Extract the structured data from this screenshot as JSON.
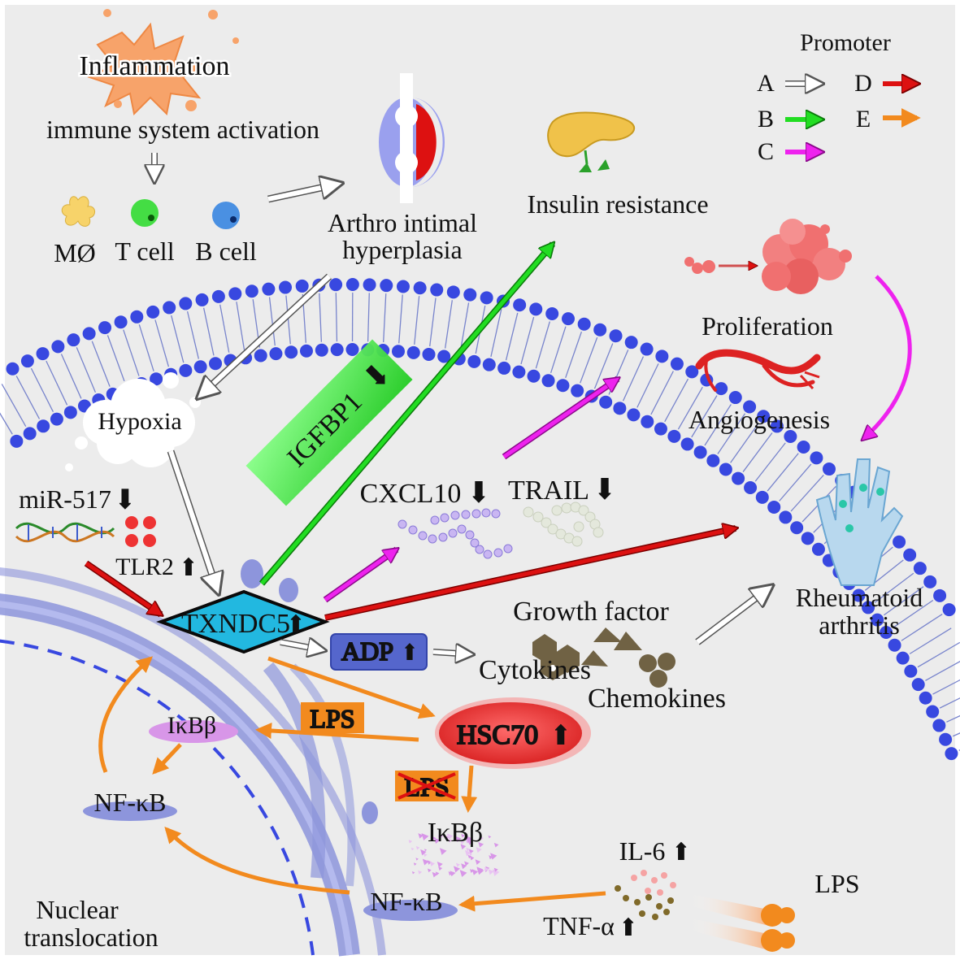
{
  "colors": {
    "background": "#ececec",
    "membrane_blue": "#3848e0",
    "nucleus_blue": "#8d95dc",
    "arrow_A": "#ffffff",
    "arrow_B": "#22dd22",
    "arrow_C": "#ee22ee",
    "arrow_D": "#dd1111",
    "arrow_E": "#f28a1e",
    "txndc5_fill": "#22b8e0",
    "hsc70_fill": "#e53935",
    "adp_fill": "#5566cc",
    "igfbp1_fill": "#44dd44"
  },
  "labels": {
    "inflammation": "Inflammation",
    "immune_activation": "immune system activation",
    "macrophage": "MØ",
    "t_cell": "T cell",
    "b_cell": "B cell",
    "arthro_line1": "Arthro intimal",
    "arthro_line2": "hyperplasia",
    "insulin_resistance": "Insulin resistance",
    "proliferation": "Proliferation",
    "angiogenesis": "Angiogenesis",
    "hypoxia": "Hypoxia",
    "igfbp1": "IGFBP1",
    "cxcl10": "CXCL10",
    "trail": "TRAIL",
    "mir517": "miR-517",
    "tlr2": "TLR2",
    "txndc5": "TXNDC5",
    "growth_factor": "Growth factor",
    "ra_line1": "Rheumatoid",
    "ra_line2": "arthritis",
    "adp": "ADP",
    "cytokines": "Cytokines",
    "chemokines": "Chemokines",
    "lps_box": "LPS",
    "lps_crossed": "LPS",
    "hsc70": "HSC70",
    "ikbb_left": "IκBβ",
    "ikbb_lower": "IκBβ",
    "nfkb_left": "NF-κB",
    "nfkb_bottom": "NF-κB",
    "il6": "IL-6",
    "tnfa": "TNF-α",
    "lps_right": "LPS",
    "nuclear_line1": "Nuclear",
    "nuclear_line2": "translocation"
  },
  "legend": {
    "title": "Promoter",
    "items": [
      {
        "letter": "A",
        "color": "#ffffff"
      },
      {
        "letter": "B",
        "color": "#22dd22"
      },
      {
        "letter": "C",
        "color": "#ee22ee"
      },
      {
        "letter": "D",
        "color": "#dd1111"
      },
      {
        "letter": "E",
        "color": "#f28a1e"
      }
    ]
  },
  "icons": {
    "up": "up-arrow-icon",
    "down": "down-arrow-icon"
  }
}
